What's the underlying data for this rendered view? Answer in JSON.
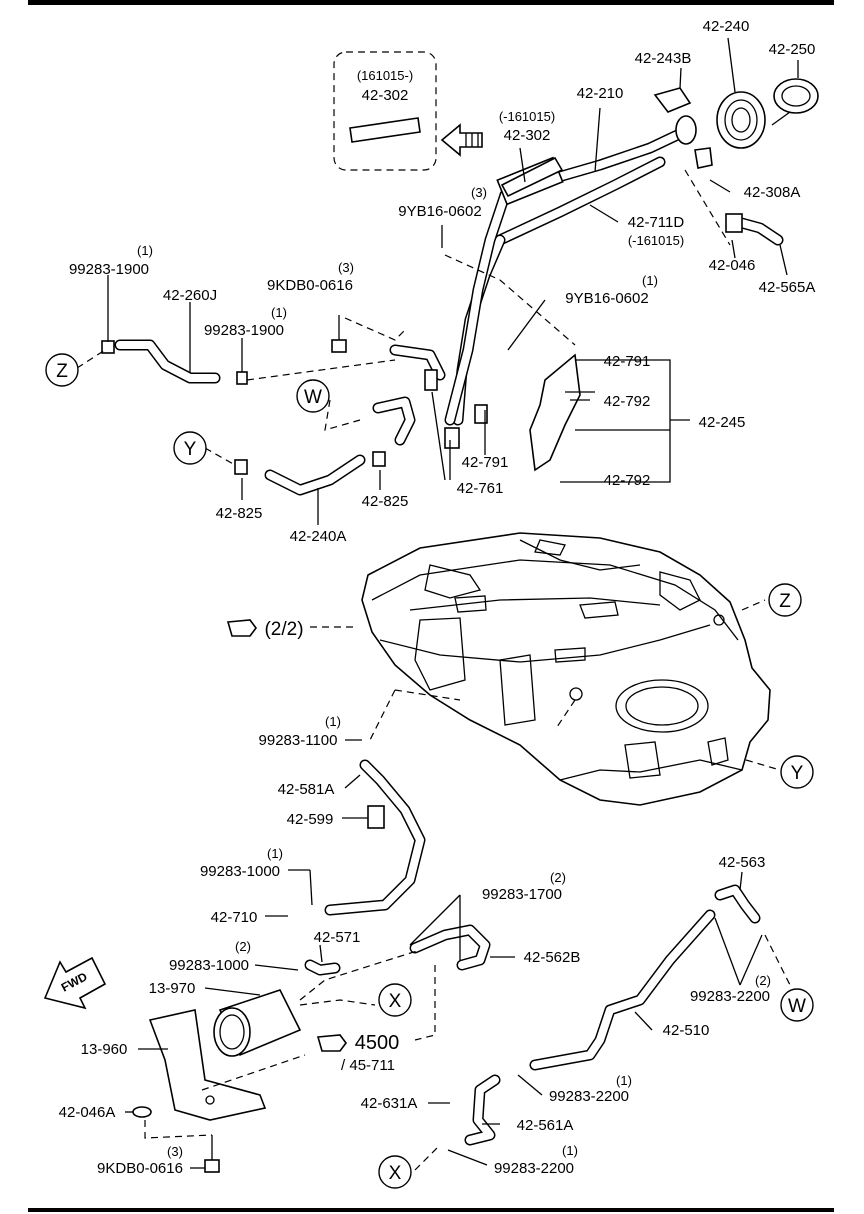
{
  "callouts": {
    "c_161015": "(161015-)",
    "c_42_302_box": "42-302",
    "c_m161015": "(-161015)",
    "c_42_302": "42-302",
    "c_42_243B": "42-243B",
    "c_42_240": "42-240",
    "c_42_250": "42-250",
    "c_42_210": "42-210",
    "c_42_308A": "42-308A",
    "c_q3a": "(3)",
    "c_9YB16_a": "9YB16-0602",
    "c_42_711D": "42-711D",
    "c_42_711D_note": "(-161015)",
    "c_42_046": "42-046",
    "c_42_565A": "42-565A",
    "c_q1a": "(1)",
    "c_99283_1900_a": "99283-1900",
    "c_42_260J": "42-260J",
    "c_q3b": "(3)",
    "c_9KDB0_a": "9KDB0-0616",
    "c_q1b": "(1)",
    "c_99283_1900_b": "99283-1900",
    "c_q1c": "(1)",
    "c_9YB16_b": "9YB16-0602",
    "c_42_791_a": "42-791",
    "c_42_792_a": "42-792",
    "c_42_245": "42-245",
    "c_42_791_b": "42-791",
    "c_42_761": "42-761",
    "c_42_792_b": "42-792",
    "c_42_825_a": "42-825",
    "c_42_825_b": "42-825",
    "c_42_240A": "42-240A",
    "c_ref_22": "(2/2)",
    "c_q1d": "(1)",
    "c_99283_1100": "99283-1100",
    "c_42_581A": "42-581A",
    "c_42_599": "42-599",
    "c_q1e": "(1)",
    "c_99283_1000_a": "99283-1000",
    "c_42_710": "42-710",
    "c_42_571": "42-571",
    "c_q2a": "(2)",
    "c_99283_1000_b": "99283-1000",
    "c_q2b": "(2)",
    "c_99283_1700": "99283-1700",
    "c_42_562B": "42-562B",
    "c_42_563": "42-563",
    "c_q2c": "(2)",
    "c_99283_2200_a": "99283-2200",
    "c_13_970": "13-970",
    "c_ref_4500": "4500",
    "c_ref_45711": "/ 45-711",
    "c_42_510": "42-510",
    "c_13_960": "13-960",
    "c_q1f": "(1)",
    "c_99283_2200_b": "99283-2200",
    "c_42_046A": "42-046A",
    "c_42_631A": "42-631A",
    "c_42_561A": "42-561A",
    "c_q3c": "(3)",
    "c_9KDB0_b": "9KDB0-0616",
    "c_q1g": "(1)",
    "c_99283_2200_c": "99283-2200",
    "fwd": "FWD"
  },
  "bubbles": {
    "z1": "Z",
    "w1": "W",
    "y1": "Y",
    "z2": "Z",
    "y2": "Y",
    "w2": "W",
    "x1": "X",
    "x2": "X"
  }
}
